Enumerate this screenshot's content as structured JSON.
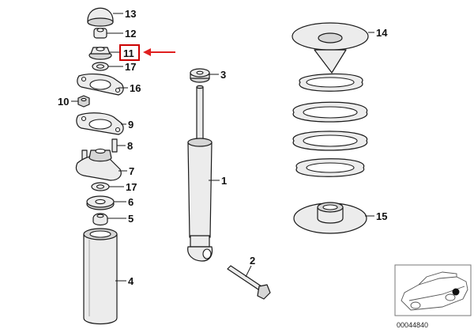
{
  "callouts": {
    "c1": "1",
    "c2": "2",
    "c3": "3",
    "c4": "4",
    "c5": "5",
    "c6": "6",
    "c7": "7",
    "c8": "8",
    "c9": "9",
    "c10": "10",
    "c11": "11",
    "c12": "12",
    "c13": "13",
    "c14": "14",
    "c15": "15",
    "c16": "16",
    "c17a": "17",
    "c17b": "17"
  },
  "highlight": {
    "callout": "11",
    "box_color": "#cc0000",
    "arrow_color": "#e02020"
  },
  "thumbnail": {
    "reference_number": "00044840"
  }
}
